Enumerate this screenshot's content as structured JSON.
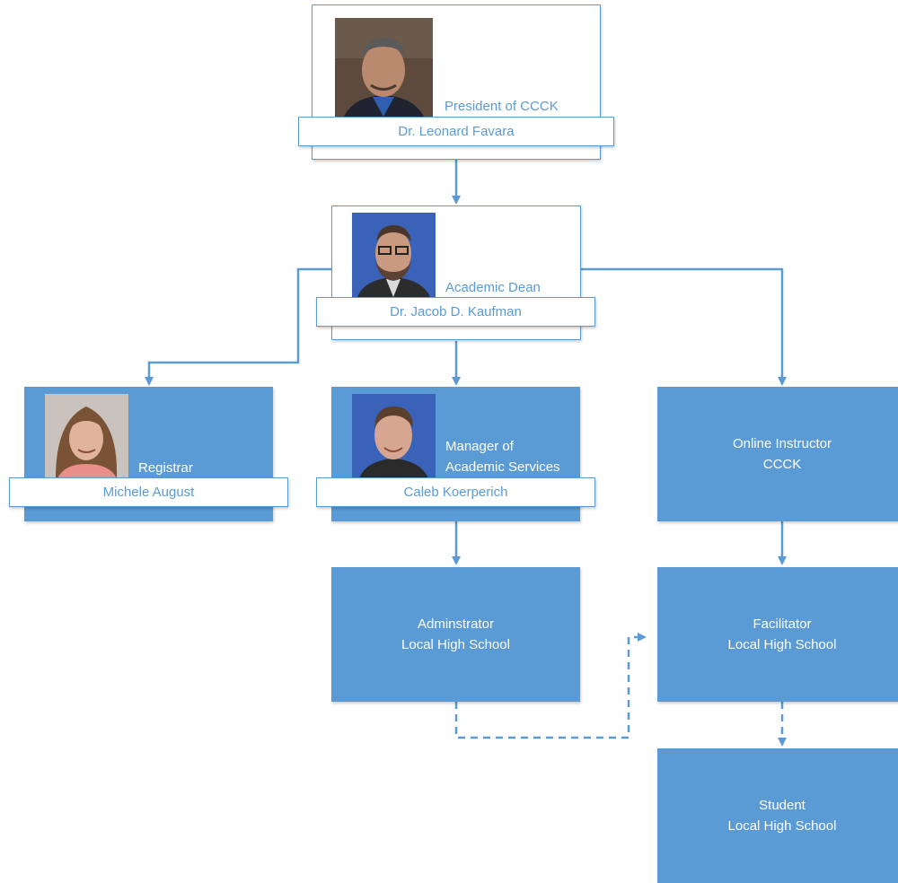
{
  "president": {
    "title": "President of CCCK",
    "name": "Dr. Leonard Favara"
  },
  "dean": {
    "title": "Academic Dean",
    "name": "Dr. Jacob D. Kaufman"
  },
  "registrar": {
    "title": "Registrar",
    "name": "Michele August"
  },
  "manager": {
    "title_line1": "Manager of",
    "title_line2": "Academic Services",
    "name": "Caleb Koerperich"
  },
  "online_instructor": {
    "line1": "Online Instructor",
    "line2": "CCCK"
  },
  "administrator": {
    "line1": "Adminstrator",
    "line2": "Local High School"
  },
  "facilitator": {
    "line1": "Facilitator",
    "line2": "Local High School"
  },
  "student": {
    "line1": "Student",
    "line2": "Local High School"
  },
  "colors": {
    "accent": "#5b9bd5",
    "box_fill": "#5b9bd5",
    "text_on_fill": "#ffffff"
  }
}
